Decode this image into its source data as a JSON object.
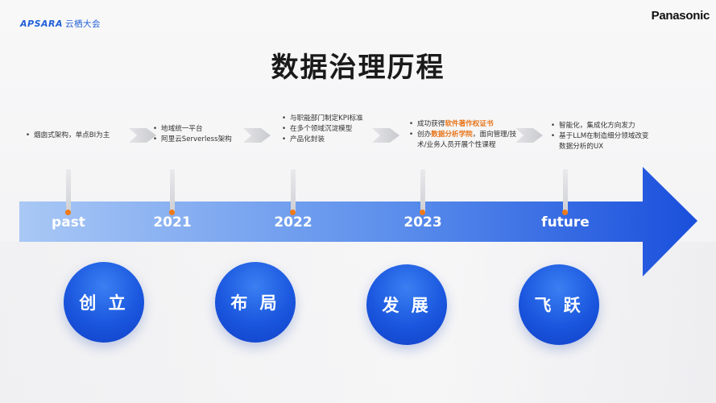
{
  "logos": {
    "left_brand": "APSARA",
    "left_brand_cn": "云栖大会",
    "right_brand": "Panasonic"
  },
  "title": "数据治理历程",
  "stages": [
    {
      "year": "past",
      "phase": "创 立",
      "bullets": [
        {
          "segments": [
            {
              "text": "烟囱式架构，单点BI为主",
              "hl": false
            }
          ]
        }
      ]
    },
    {
      "year": "2021",
      "phase": "布 局",
      "bullets": [
        {
          "segments": [
            {
              "text": "地域统一平台",
              "hl": false
            }
          ]
        },
        {
          "segments": [
            {
              "text": "阿里云Serverless架构",
              "hl": false
            }
          ]
        }
      ]
    },
    {
      "year": "2022",
      "phase": "发 展",
      "bullets": [
        {
          "segments": [
            {
              "text": "与职能部门制定KPI标准",
              "hl": false
            }
          ]
        },
        {
          "segments": [
            {
              "text": "在多个领域沉淀模型",
              "hl": false
            }
          ]
        },
        {
          "segments": [
            {
              "text": "产品化封装",
              "hl": false
            }
          ]
        }
      ]
    },
    {
      "year": "2023",
      "phase": "",
      "bullets": [
        {
          "segments": [
            {
              "text": "成功获得",
              "hl": false
            },
            {
              "text": "软件著作权证书",
              "hl": true
            }
          ]
        },
        {
          "segments": [
            {
              "text": "创办",
              "hl": false
            },
            {
              "text": "数据分析学院",
              "hl": true
            },
            {
              "text": "，面向管理/技术/业务人员开展个性课程",
              "hl": false
            }
          ]
        }
      ]
    },
    {
      "year": "future",
      "phase": "飞 跃",
      "bullets": [
        {
          "segments": [
            {
              "text": "智能化，集成化方向发力",
              "hl": false
            }
          ]
        },
        {
          "segments": [
            {
              "text": "基于LLM在制造细分领域改变数据分析的UX",
              "hl": false
            }
          ]
        }
      ]
    }
  ],
  "colors": {
    "arrow_start": "#a9c8f5",
    "arrow_end": "#1a4fdc",
    "accent": "#f07a18",
    "highlight": "#e8751a"
  }
}
